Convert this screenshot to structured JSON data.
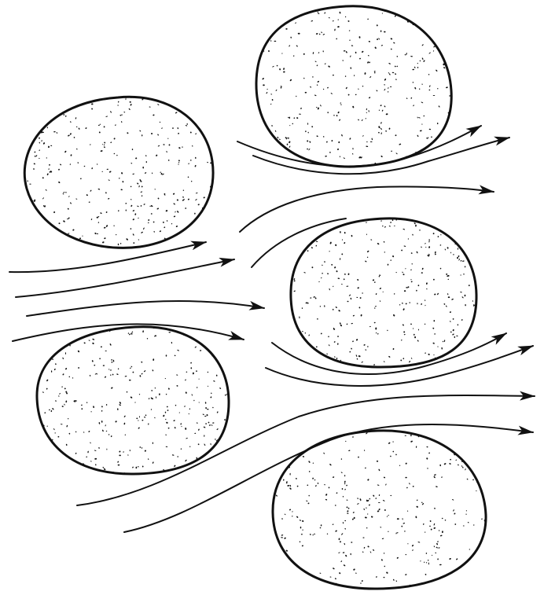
{
  "diagram": {
    "type": "flow-between-particles",
    "colors": {
      "background": "#ffffff",
      "ink": "#111111"
    },
    "particles": [
      {
        "name": "particle-top-left",
        "fill": "stippled"
      },
      {
        "name": "particle-top-right",
        "fill": "stippled"
      },
      {
        "name": "particle-middle-right",
        "fill": "stippled"
      },
      {
        "name": "particle-bottom-left",
        "fill": "stippled"
      },
      {
        "name": "particle-bottom-right",
        "fill": "stippled"
      }
    ],
    "flow_lines": {
      "count": 12,
      "direction": "left-to-right",
      "arrowheads": "at-end"
    }
  }
}
